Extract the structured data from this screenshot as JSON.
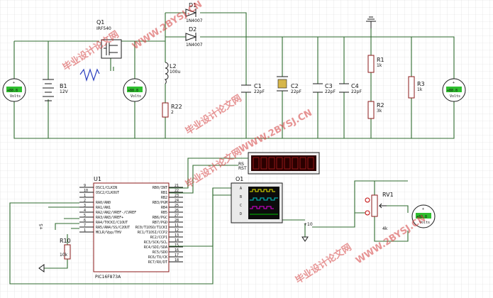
{
  "components": {
    "q1": {
      "ref": "Q1",
      "value": "IRF540"
    },
    "d1": {
      "ref": "D1",
      "value": "1N4007"
    },
    "d2": {
      "ref": "D2",
      "value": "1N4007"
    },
    "l2": {
      "ref": "L2",
      "value": "100u"
    },
    "b1": {
      "ref": "B1",
      "value": "12V"
    },
    "r22": {
      "ref": "R22",
      "value": "2"
    },
    "c1": {
      "ref": "C1",
      "value": "22pF"
    },
    "c2": {
      "ref": "C2",
      "value": "22pF"
    },
    "c3": {
      "ref": "C3",
      "value": "22pF"
    },
    "c4": {
      "ref": "C4",
      "value": "22pF"
    },
    "r1": {
      "ref": "R1",
      "value": "1k"
    },
    "r2": {
      "ref": "R2",
      "value": "3k"
    },
    "r3": {
      "ref": "R3",
      "value": "1k"
    },
    "rv1": {
      "ref": "RV1",
      "value": "4k"
    },
    "r10": {
      "ref": "R10",
      "value": "10k"
    },
    "u1": {
      "ref": "U1",
      "value": "PIC16F873A"
    },
    "osc": {
      "ref": "O1"
    }
  },
  "meters": {
    "display": "+88.8",
    "unit": "Volts"
  },
  "ground_label": "+5",
  "vref_label": "+10",
  "lcd_labels": [
    "RS",
    "RST"
  ],
  "scope_channels": [
    "A",
    "B",
    "C",
    "D"
  ],
  "mcu_pins_left": [
    {
      "n": "9",
      "name": "OSC1/CLKIN"
    },
    {
      "n": "10",
      "name": "OSC2/CLKOUT"
    },
    {
      "n": "1",
      "name": ""
    },
    {
      "n": "2",
      "name": "RA0/AN0"
    },
    {
      "n": "3",
      "name": "RA1/AN1"
    },
    {
      "n": "4",
      "name": "RA2/AN2/VREF-/CVREF"
    },
    {
      "n": "5",
      "name": "RA3/AN3/VREF+"
    },
    {
      "n": "6",
      "name": "RA4/T0CKI/C1OUT"
    },
    {
      "n": "7",
      "name": "RA5/AN4/SS/C2OUT"
    },
    {
      "n": "1",
      "name": "MCLR/Vpp/THV"
    }
  ],
  "mcu_pins_right": [
    {
      "n": "21",
      "name": "RB0/INT"
    },
    {
      "n": "22",
      "name": "RB1"
    },
    {
      "n": "23",
      "name": "RB2"
    },
    {
      "n": "24",
      "name": "RB3/PGM"
    },
    {
      "n": "25",
      "name": "RB4"
    },
    {
      "n": "26",
      "name": "RB5"
    },
    {
      "n": "27",
      "name": "RB6/PGC"
    },
    {
      "n": "28",
      "name": "RB7/PGD"
    },
    {
      "n": "11",
      "name": "RC0/T1OSO/T1CKI"
    },
    {
      "n": "12",
      "name": "RC1/T1OSI/CCP2"
    },
    {
      "n": "13",
      "name": "RC2/CCP1"
    },
    {
      "n": "14",
      "name": "RC3/SCK/SCL"
    },
    {
      "n": "15",
      "name": "RC4/SDI/SDA"
    },
    {
      "n": "16",
      "name": "RC5/SDO"
    },
    {
      "n": "17",
      "name": "RC6/TX/CK"
    },
    {
      "n": "18",
      "name": "RC7/RX/DT"
    }
  ],
  "watermarks": [
    "毕业设计论文网",
    "WWW.2BYSJ.CN"
  ]
}
